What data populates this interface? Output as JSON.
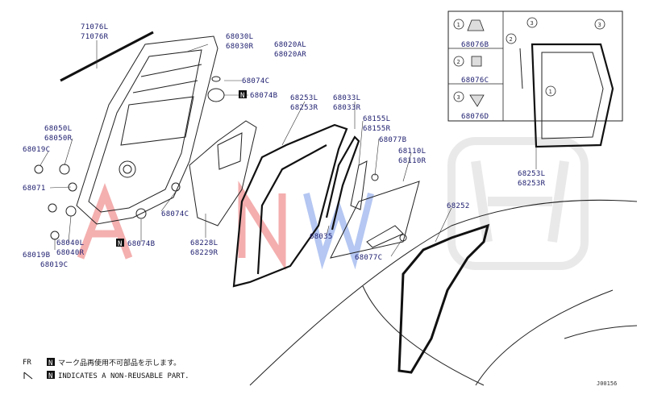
{
  "part_numbers": {
    "p71076l": "71076L",
    "p71076r": "71076R",
    "p68030l": "68030L",
    "p68030r": "68030R",
    "p68020al": "68020AL",
    "p68020ar": "68020AR",
    "p68074c_a": "68074C",
    "p68074b_a": "68074B",
    "p68050l": "68050L",
    "p68050r": "68050R",
    "p68019c_a": "68019C",
    "p68071": "68071",
    "p68074c_b": "68074C",
    "p68040l": "68040L",
    "p68040r": "68040R",
    "p68074b_b": "68074B",
    "p68019b": "68019B",
    "p68019c_b": "68019C",
    "p68228l": "68228L",
    "p68229r": "68229R",
    "p68253l": "68253L",
    "p68253r": "68253R",
    "p68033l": "68033L",
    "p68033r": "68033R",
    "p68155l": "68155L",
    "p68155r": "68155R",
    "p68077b": "68077B",
    "p68110l": "68110L",
    "p68110r": "68110R",
    "p68035": "68035",
    "p68077c": "68077C",
    "p68252": "68252",
    "p68076b": "68076B",
    "p68076c": "68076C",
    "p68076d": "68076D",
    "p68253l_b": "68253L",
    "p68253r_b": "68253R"
  },
  "callouts": {
    "c1": "1",
    "c2": "2",
    "c3": "3",
    "c1b": "1",
    "c2b": "2",
    "c3b": "3",
    "c3c": "3"
  },
  "marker_n": "N",
  "legend": {
    "jp_line": "マーク品再使用不可部品を示します。",
    "en_line": "INDICATES A NON-REUSABLE PART.",
    "fr": "FR",
    "code": "J00156"
  },
  "colors": {
    "label_text": "#1b1b6e",
    "watermark": "#e01b1b"
  }
}
